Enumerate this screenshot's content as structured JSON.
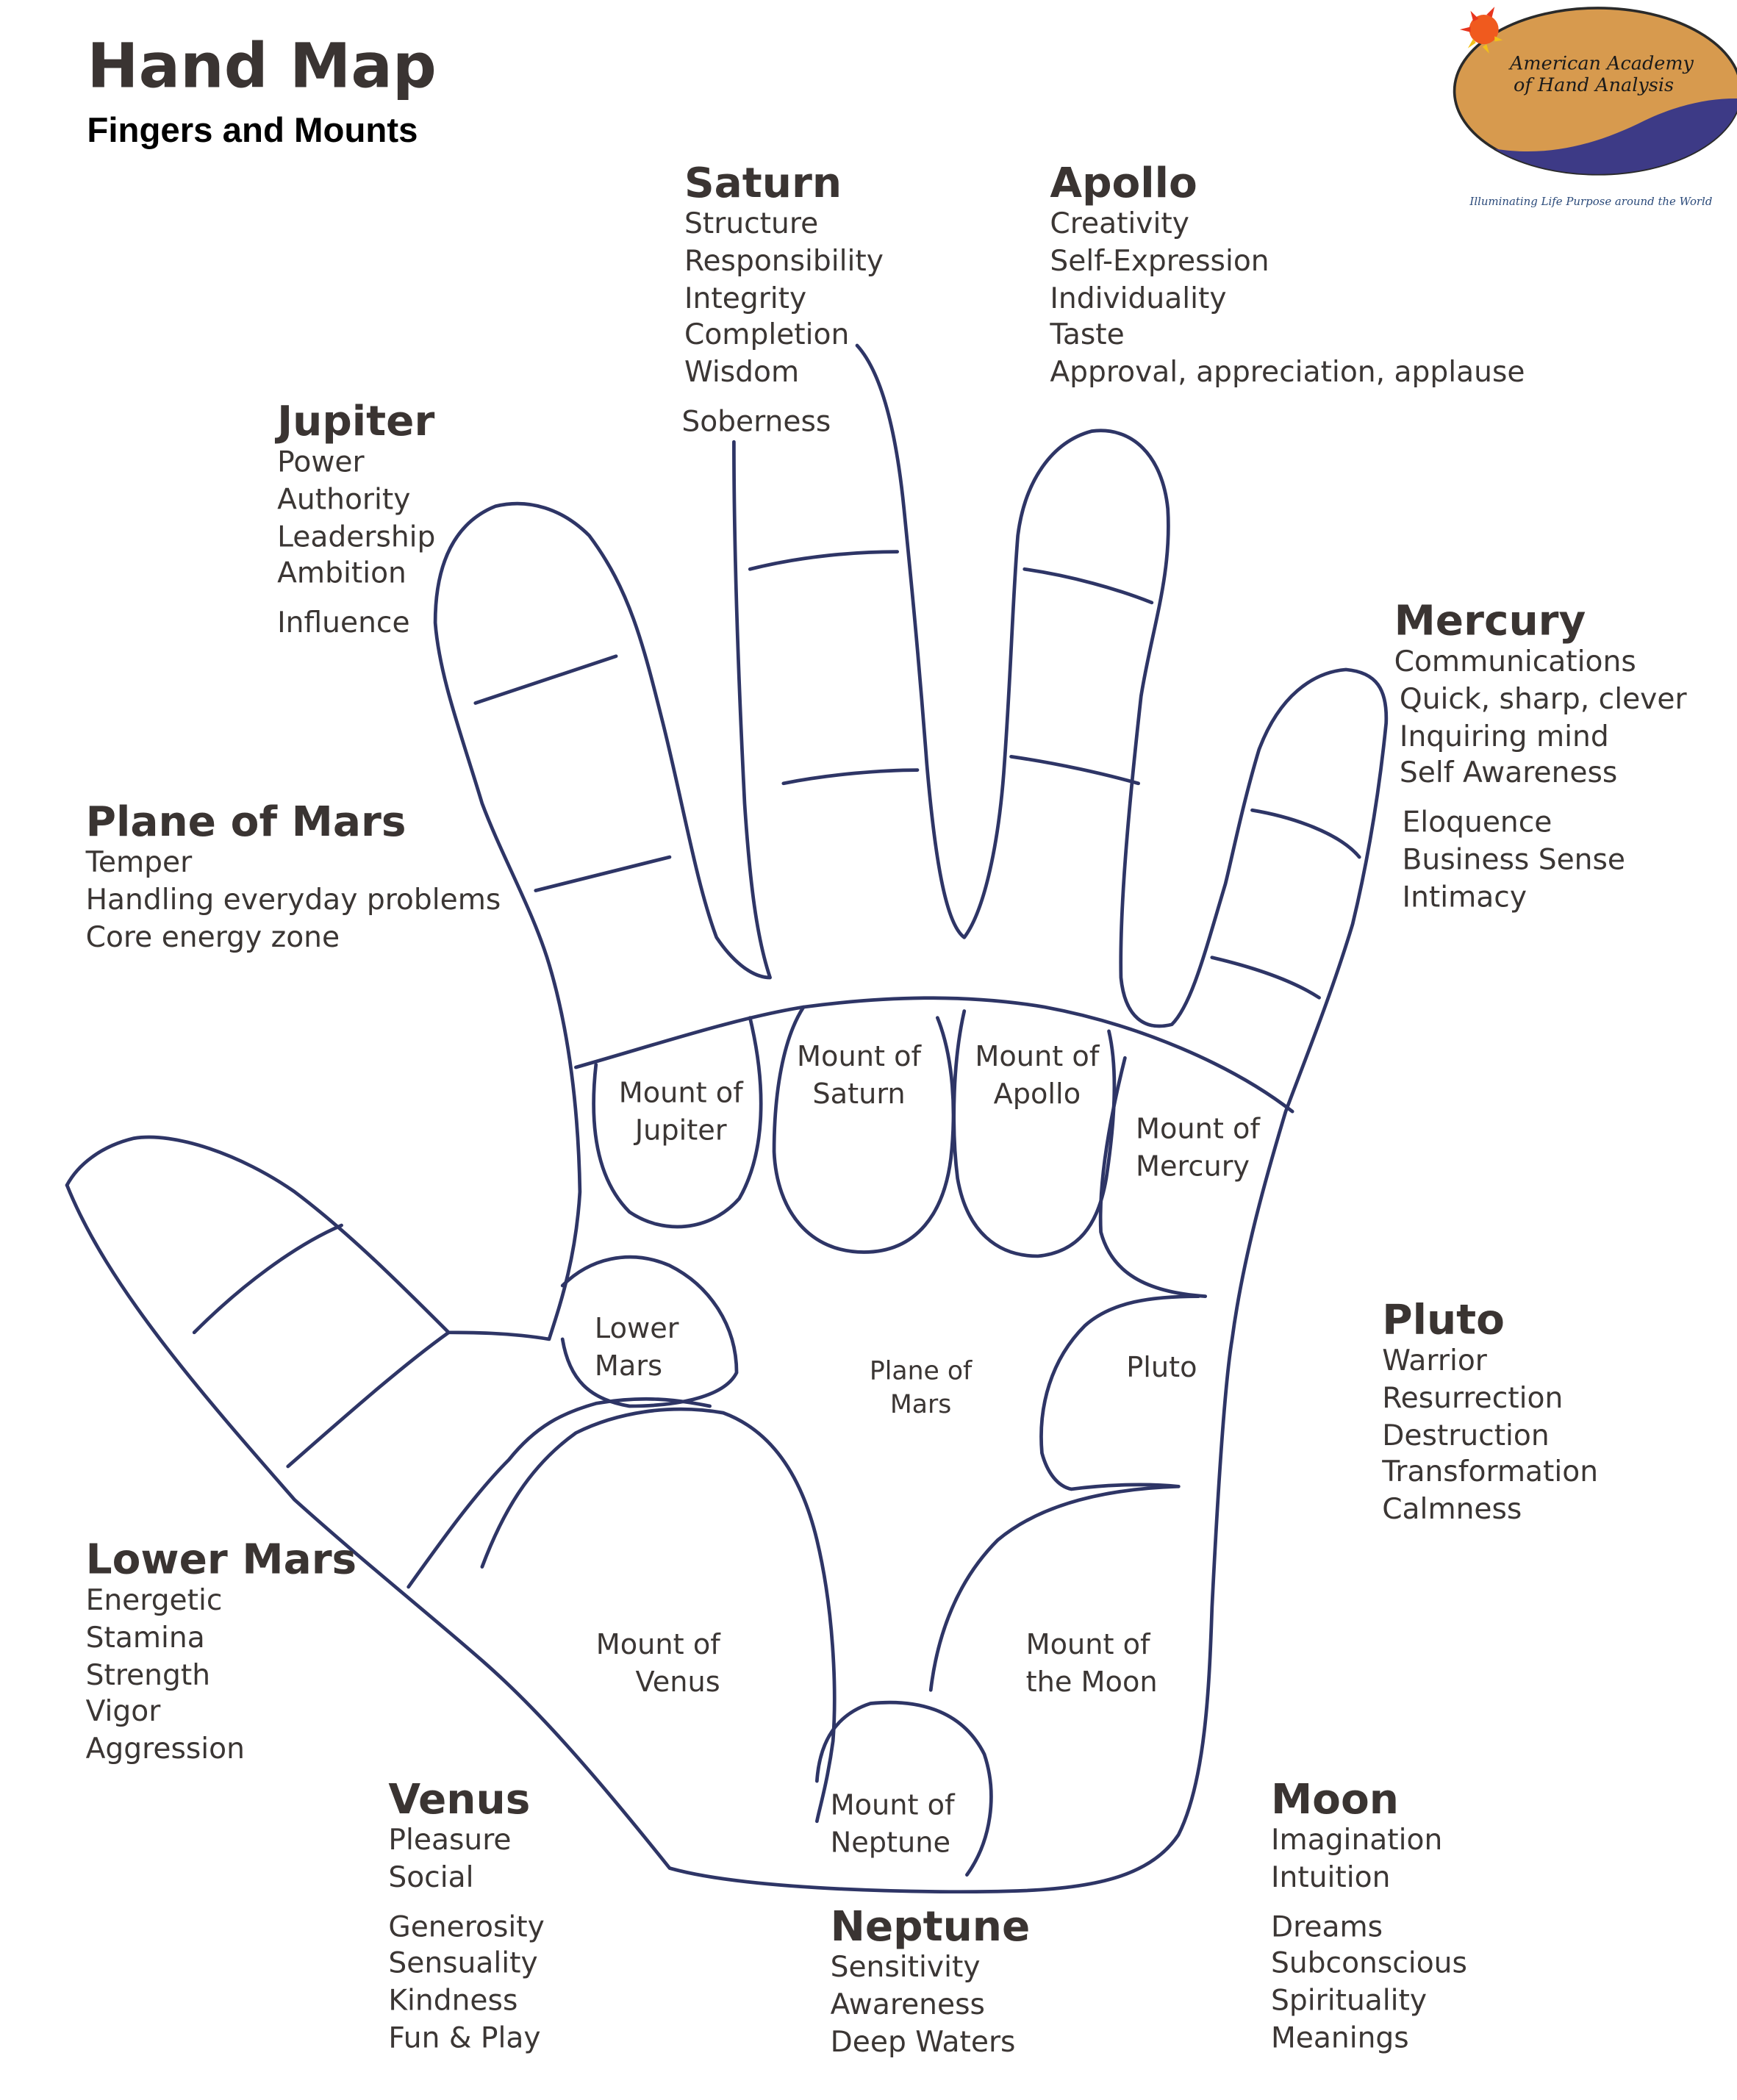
{
  "title": "Hand Map",
  "subtitle": "Fingers and Mounts",
  "logo": {
    "line1": "American Academy",
    "line2": "of Hand Analysis",
    "tagline": "Illuminating Life Purpose around the World"
  },
  "colors": {
    "outline": "#2e3566",
    "text": "#3b3634",
    "logo_gold": "#d79a4e",
    "logo_blue": "#3d3a86"
  },
  "sections": {
    "saturn": {
      "heading": "Saturn",
      "items": [
        "Structure",
        "Responsibility",
        "Integrity",
        "Completion",
        "Wisdom",
        "Soberness"
      ]
    },
    "apollo": {
      "heading": "Apollo",
      "items": [
        "Creativity",
        "Self-Expression",
        "Individuality",
        "Taste",
        "Approval, appreciation, applause"
      ]
    },
    "jupiter": {
      "heading": "Jupiter",
      "items": [
        "Power",
        "Authority",
        "Leadership",
        "Ambition",
        "Influence"
      ]
    },
    "mercury": {
      "heading": "Mercury",
      "items": [
        "Communications",
        "Quick, sharp, clever",
        "Inquiring mind",
        "Self Awareness",
        "Eloquence",
        "Business Sense",
        "Intimacy"
      ]
    },
    "plane_of_mars": {
      "heading": "Plane of Mars",
      "items": [
        "Temper",
        "Handling everyday problems",
        "Core energy zone"
      ]
    },
    "pluto": {
      "heading": "Pluto",
      "items": [
        "Warrior",
        "Resurrection",
        "Destruction",
        "Transformation",
        "Calmness"
      ]
    },
    "lower_mars": {
      "heading": "Lower Mars",
      "items": [
        "Energetic",
        "Stamina",
        "Strength",
        "Vigor",
        "Aggression"
      ]
    },
    "venus": {
      "heading": "Venus",
      "items": [
        "Pleasure",
        "Social",
        "Generosity",
        "Sensuality",
        "Kindness",
        "Fun & Play"
      ]
    },
    "neptune": {
      "heading": "Neptune",
      "items": [
        "Sensitivity",
        "Awareness",
        "Deep Waters"
      ]
    },
    "moon": {
      "heading": "Moon",
      "items": [
        "Imagination",
        "Intuition",
        "Dreams",
        "Subconscious",
        "Spirituality",
        "Meanings"
      ]
    }
  },
  "mounts": {
    "jupiter": [
      "Mount of",
      "Jupiter"
    ],
    "saturn": [
      "Mount of",
      "Saturn"
    ],
    "apollo": [
      "Mount of",
      "Apollo"
    ],
    "mercury": [
      "Mount of",
      "Mercury"
    ],
    "lower_mars": [
      "Lower",
      "Mars"
    ],
    "plane_of_mars": [
      "Plane of",
      "Mars"
    ],
    "pluto": [
      "Pluto"
    ],
    "venus": [
      "Mount of",
      "Venus"
    ],
    "moon": [
      "Mount of",
      "the Moon"
    ],
    "neptune": [
      "Mount of",
      "Neptune"
    ]
  }
}
